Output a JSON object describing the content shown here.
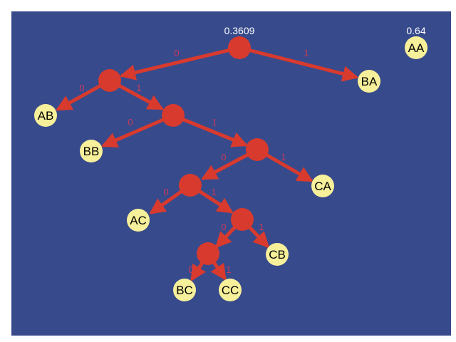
{
  "figure": {
    "background_color": "#374a8c",
    "edge_color": "#d83a2e",
    "internal_node_color": "#d83a2e",
    "leaf_color": "#f7f09a",
    "edge_label_color": "#c83a5a"
  },
  "tree": {
    "root_label": "0.3609",
    "probability_label": "0.64",
    "isolated_leaf": "AA",
    "leaves": {
      "ab": "AB",
      "ba": "BA",
      "bb": "BB",
      "ca": "CA",
      "ac": "AC",
      "cb": "CB",
      "bc": "BC",
      "cc": "CC"
    },
    "edge_labels": {
      "e1": "0",
      "e2": "1",
      "e3": "0",
      "e4": "1",
      "e5": "0",
      "e6": "1",
      "e7": "0",
      "e8": "1",
      "e9": "0",
      "e10": "1",
      "e11": "0",
      "e12": "1",
      "e13": "0",
      "e14": "1"
    }
  }
}
